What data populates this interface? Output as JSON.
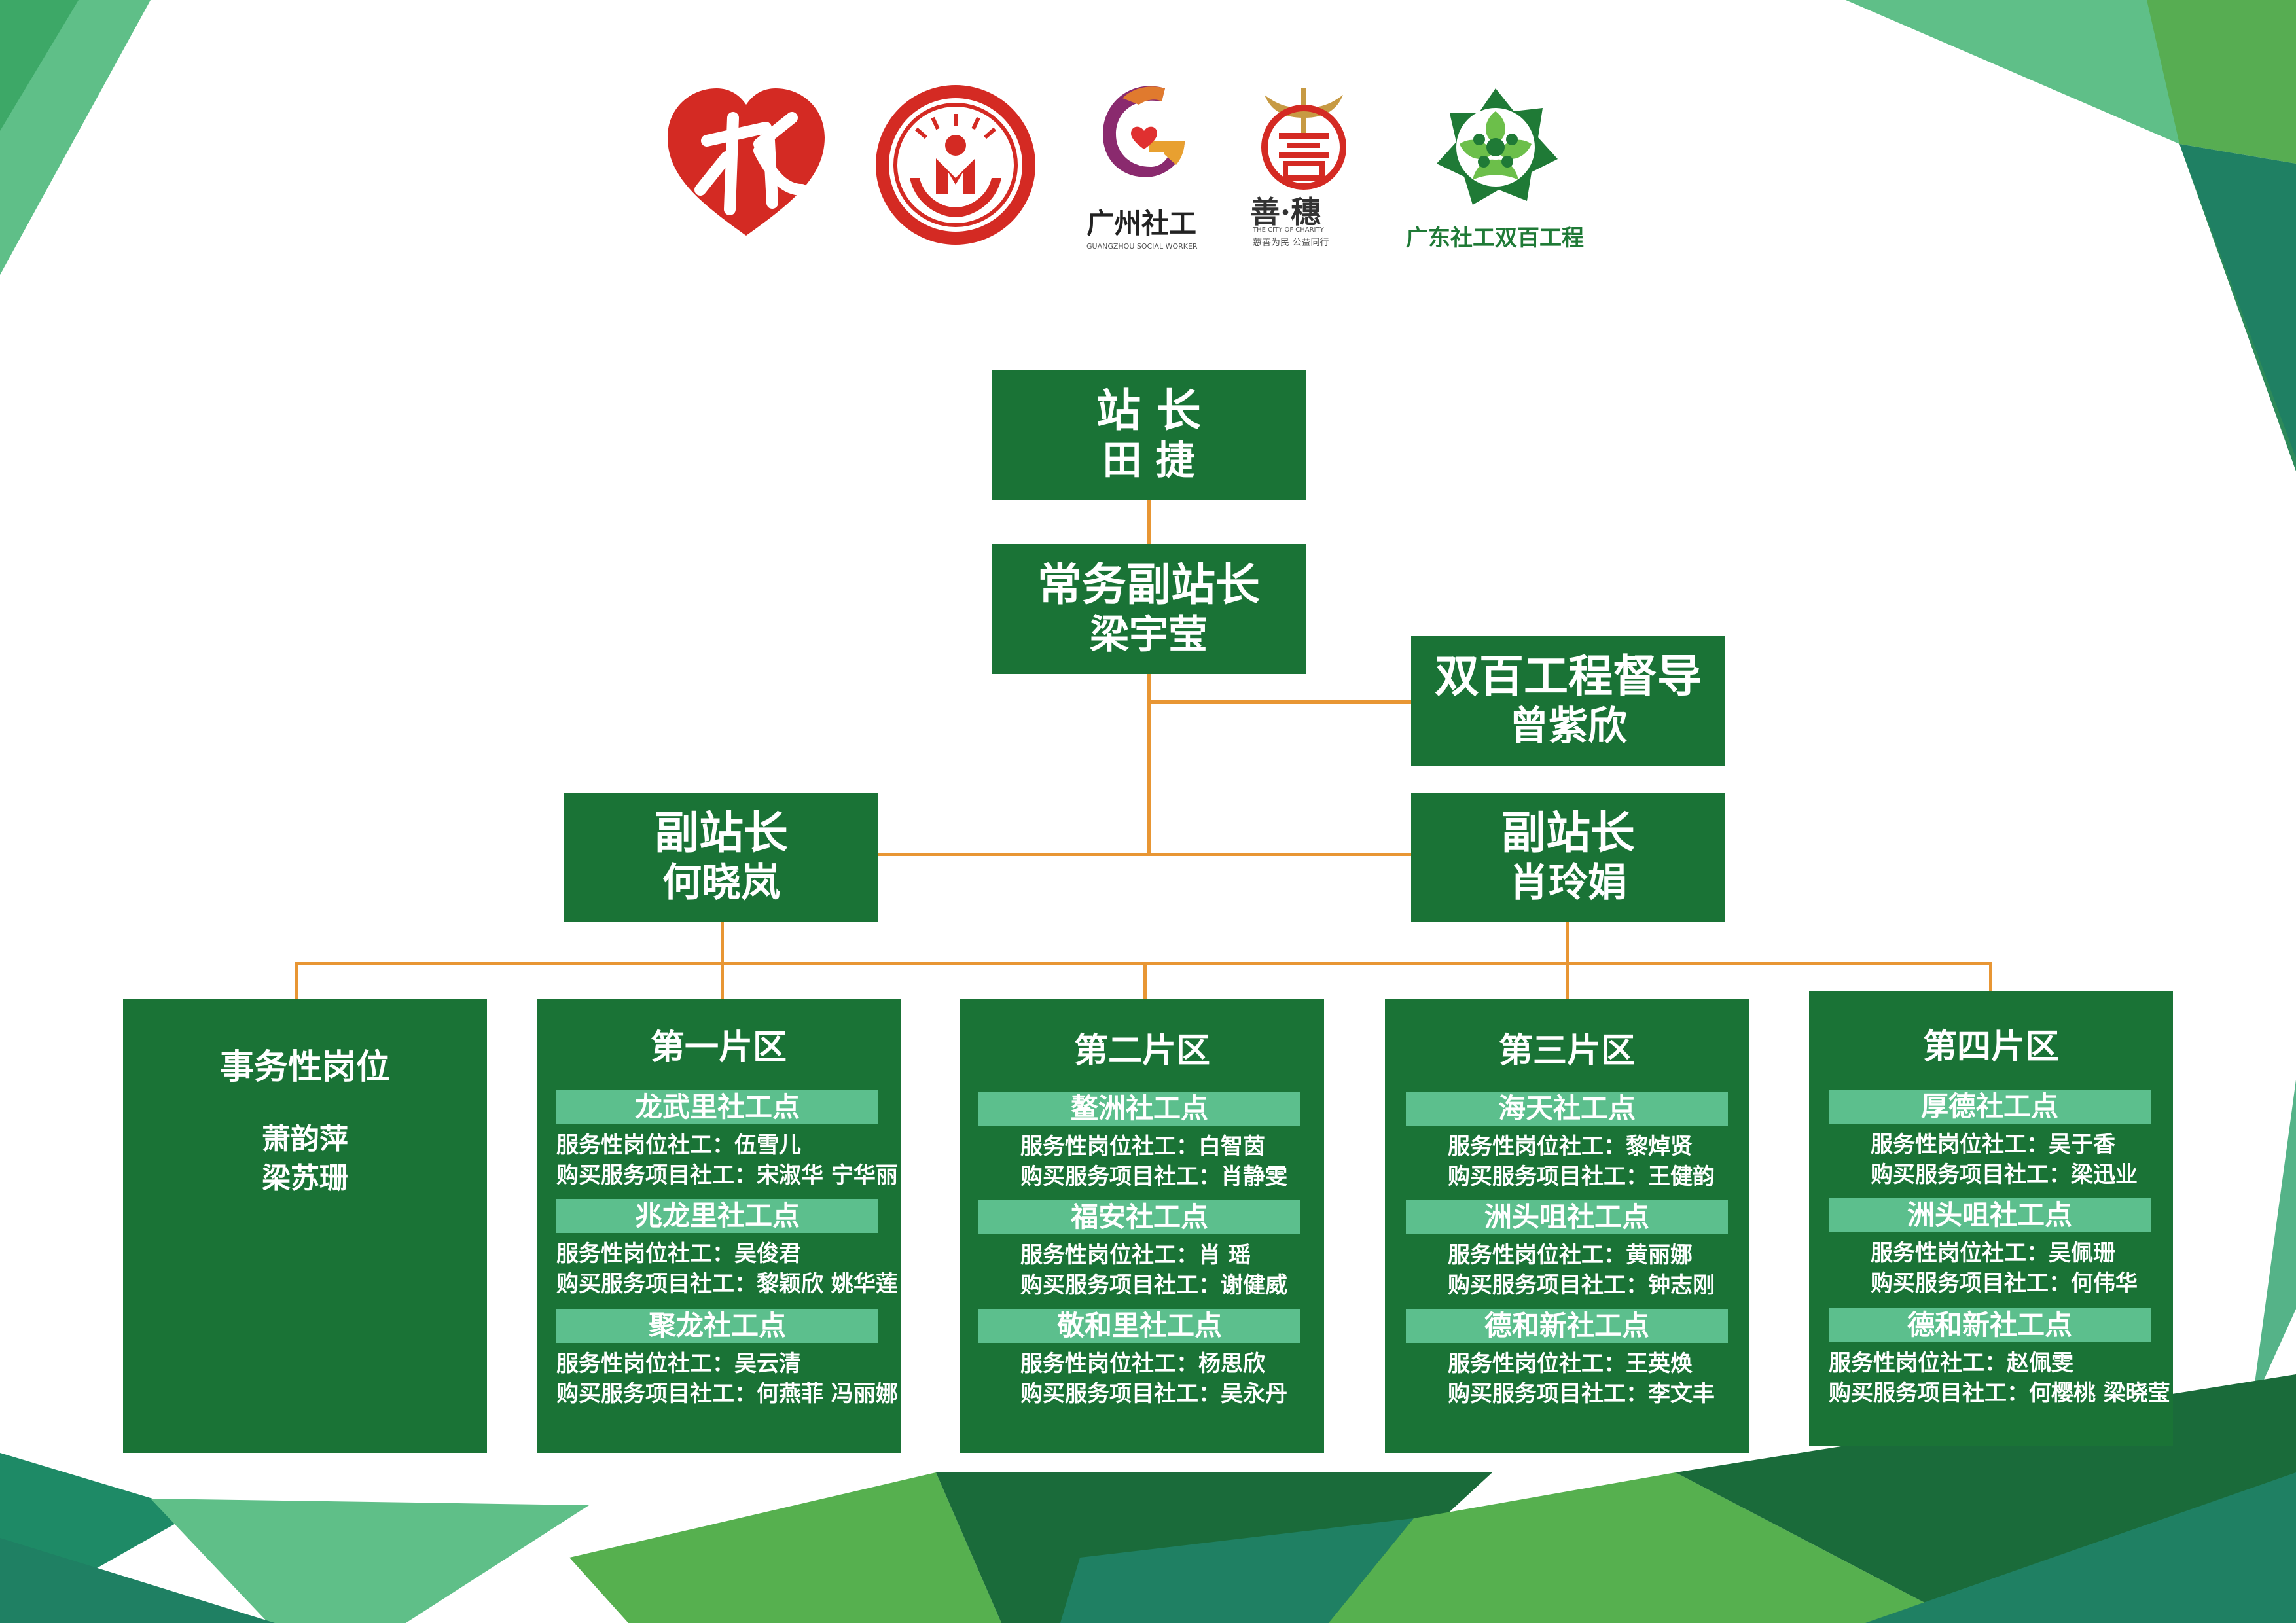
{
  "colors": {
    "box_green": "#1a7336",
    "connector": "#e89634",
    "bar_green": "#5cbf8d",
    "logo_red": "#d42a23",
    "dark_green": "#1f7a36",
    "gold": "#c79a43"
  },
  "logos": {
    "gz_label": "广州社工",
    "gz_sub": "GUANGZHOU SOCIAL WORKER",
    "sh_label": "善·穗",
    "sh_sub": "THE CITY OF CHARITY",
    "sh_slogan": "慈善为民  公益同行",
    "gd_label": "广东社工双百工程"
  },
  "head": {
    "title": "站 长",
    "name": "田 捷"
  },
  "exec": {
    "title": "常务副站长",
    "name": "梁宇莹"
  },
  "supervisor": {
    "title": "双百工程督导",
    "name": "曾紫欣"
  },
  "deputy_left": {
    "title": "副站长",
    "name": "何晓岚"
  },
  "deputy_right": {
    "title": "副站长",
    "name": "肖玲娟"
  },
  "admin": {
    "title": "事务性岗位",
    "staff": [
      "萧韵萍",
      "梁苏珊"
    ]
  },
  "districts": [
    {
      "title": "第一片区",
      "points": [
        {
          "name": "龙武里社工点",
          "post": "服务性岗位社工：伍雪儿",
          "purchase": "购买服务项目社工：宋淑华  宁华丽"
        },
        {
          "name": "兆龙里社工点",
          "post": "服务性岗位社工：吴俊君",
          "purchase": "购买服务项目社工：黎颖欣  姚华莲"
        },
        {
          "name": "聚龙社工点",
          "post": "服务性岗位社工：吴云清",
          "purchase": "购买服务项目社工：何燕菲  冯丽娜"
        }
      ]
    },
    {
      "title": "第二片区",
      "points": [
        {
          "name": "鳌洲社工点",
          "post": "服务性岗位社工：白智茵",
          "purchase": "购买服务项目社工：肖静雯"
        },
        {
          "name": "福安社工点",
          "post": "服务性岗位社工：肖    瑶",
          "purchase": "购买服务项目社工：谢健威"
        },
        {
          "name": "敬和里社工点",
          "post": "服务性岗位社工：杨思欣",
          "purchase": "购买服务项目社工：吴永丹"
        }
      ]
    },
    {
      "title": "第三片区",
      "points": [
        {
          "name": "海天社工点",
          "post": "服务性岗位社工：黎焯贤",
          "purchase": "购买服务项目社工：王健韵"
        },
        {
          "name": "洲头咀社工点",
          "post": "服务性岗位社工：黄丽娜",
          "purchase": "购买服务项目社工：钟志刚"
        },
        {
          "name": "德和新社工点",
          "post": "服务性岗位社工：王英焕",
          "purchase": "购买服务项目社工：李文丰"
        }
      ]
    },
    {
      "title": "第四片区",
      "points": [
        {
          "name": "厚德社工点",
          "post": "服务性岗位社工：吴于香",
          "purchase": "购买服务项目社工：梁迅业"
        },
        {
          "name": "洲头咀社工点",
          "post": "服务性岗位社工：吴佩珊",
          "purchase": "购买服务项目社工：何伟华"
        },
        {
          "name": "德和新社工点",
          "post": "服务性岗位社工：赵佩雯",
          "purchase": "购买服务项目社工：何樱桃  梁晓莹"
        }
      ]
    }
  ]
}
